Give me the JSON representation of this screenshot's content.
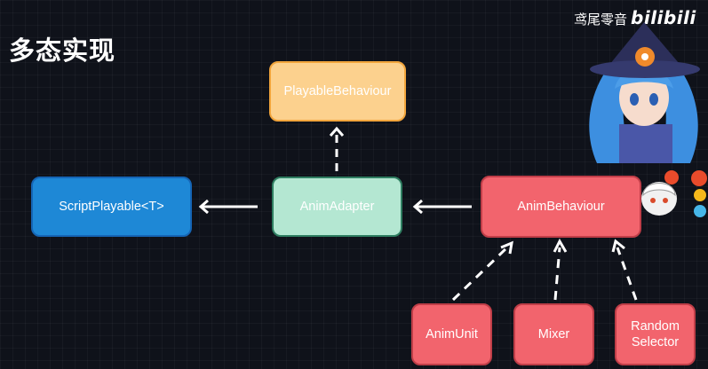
{
  "title": "多态实现",
  "watermark": {
    "channel": "鸢尾零音",
    "logo": "bilibili"
  },
  "nodes": {
    "playable_behaviour": "PlayableBehaviour",
    "script_playable": "ScriptPlayable<T>",
    "anim_adapter": "AnimAdapter",
    "anim_behaviour": "AnimBehaviour",
    "anim_unit": "AnimUnit",
    "mixer": "Mixer",
    "random_selector": "Random\nSelector"
  },
  "colors": {
    "background": "#0f121a",
    "playable_behaviour": "#fcd18e",
    "script_playable": "#1e88d6",
    "anim_adapter": "#b4e7d2",
    "anim_behaviour": "#f2646d",
    "arrow": "#ffffff"
  },
  "edges": [
    {
      "from": "AnimAdapter",
      "to": "PlayableBehaviour",
      "style": "dashed"
    },
    {
      "from": "AnimAdapter",
      "to": "ScriptPlayable<T>",
      "style": "solid"
    },
    {
      "from": "AnimBehaviour",
      "to": "AnimAdapter",
      "style": "solid"
    },
    {
      "from": "AnimUnit",
      "to": "AnimBehaviour",
      "style": "dashed"
    },
    {
      "from": "Mixer",
      "to": "AnimBehaviour",
      "style": "dashed"
    },
    {
      "from": "Random Selector",
      "to": "AnimBehaviour",
      "style": "dashed"
    }
  ]
}
